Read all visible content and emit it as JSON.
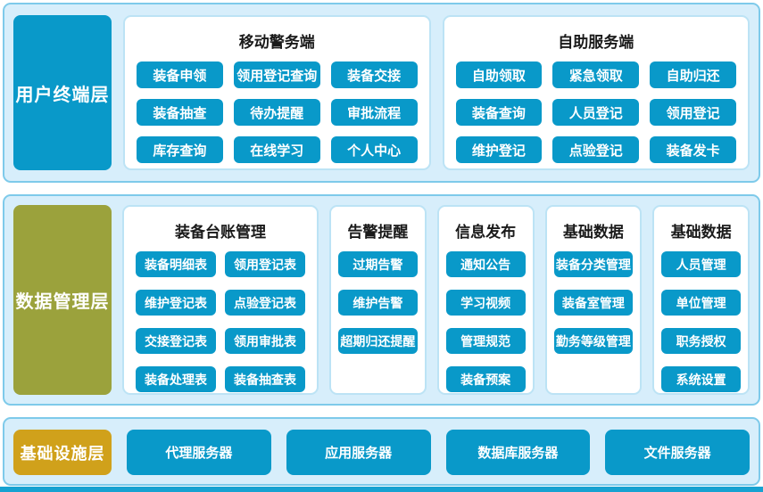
{
  "colors": {
    "teal": "#0999c9",
    "olive": "#9ba23c",
    "gold": "#d0a11b",
    "band_bg": "#d7eefb",
    "band_border": "#7ecaea",
    "panel_border": "#bce3f5",
    "strip": "#17a2d1",
    "title_text": "#1a1a1a"
  },
  "layers": [
    {
      "label": "用户终端层",
      "panels": [
        {
          "title": "移动警务端",
          "buttons": [
            "装备申领",
            "领用登记查询",
            "装备交接",
            "装备抽查",
            "待办提醒",
            "审批流程",
            "库存查询",
            "在线学习",
            "个人中心"
          ]
        },
        {
          "title": "自助服务端",
          "buttons": [
            "自助领取",
            "紧急领取",
            "自助归还",
            "装备查询",
            "人员登记",
            "领用登记",
            "维护登记",
            "点验登记",
            "装备发卡"
          ]
        }
      ]
    },
    {
      "label": "数据管理层",
      "panels": [
        {
          "title": "装备台账管理",
          "buttons": [
            "装备明细表",
            "领用登记表",
            "维护登记表",
            "点验登记表",
            "交接登记表",
            "领用审批表",
            "装备处理表",
            "装备抽查表"
          ]
        },
        {
          "title": "告警提醒",
          "buttons": [
            "过期告警",
            "维护告警",
            "超期归还提醒"
          ]
        },
        {
          "title": "信息发布",
          "buttons": [
            "通知公告",
            "学习视频",
            "管理规范",
            "装备预案"
          ]
        },
        {
          "title": "基础数据",
          "buttons": [
            "装备分类管理",
            "装备室管理",
            "勤务等级管理"
          ]
        },
        {
          "title": "基础数据",
          "buttons": [
            "人员管理",
            "单位管理",
            "职务授权",
            "系统设置"
          ]
        }
      ]
    },
    {
      "label": "基础设施层",
      "servers": [
        "代理服务器",
        "应用服务器",
        "数据库服务器",
        "文件服务器"
      ]
    }
  ]
}
